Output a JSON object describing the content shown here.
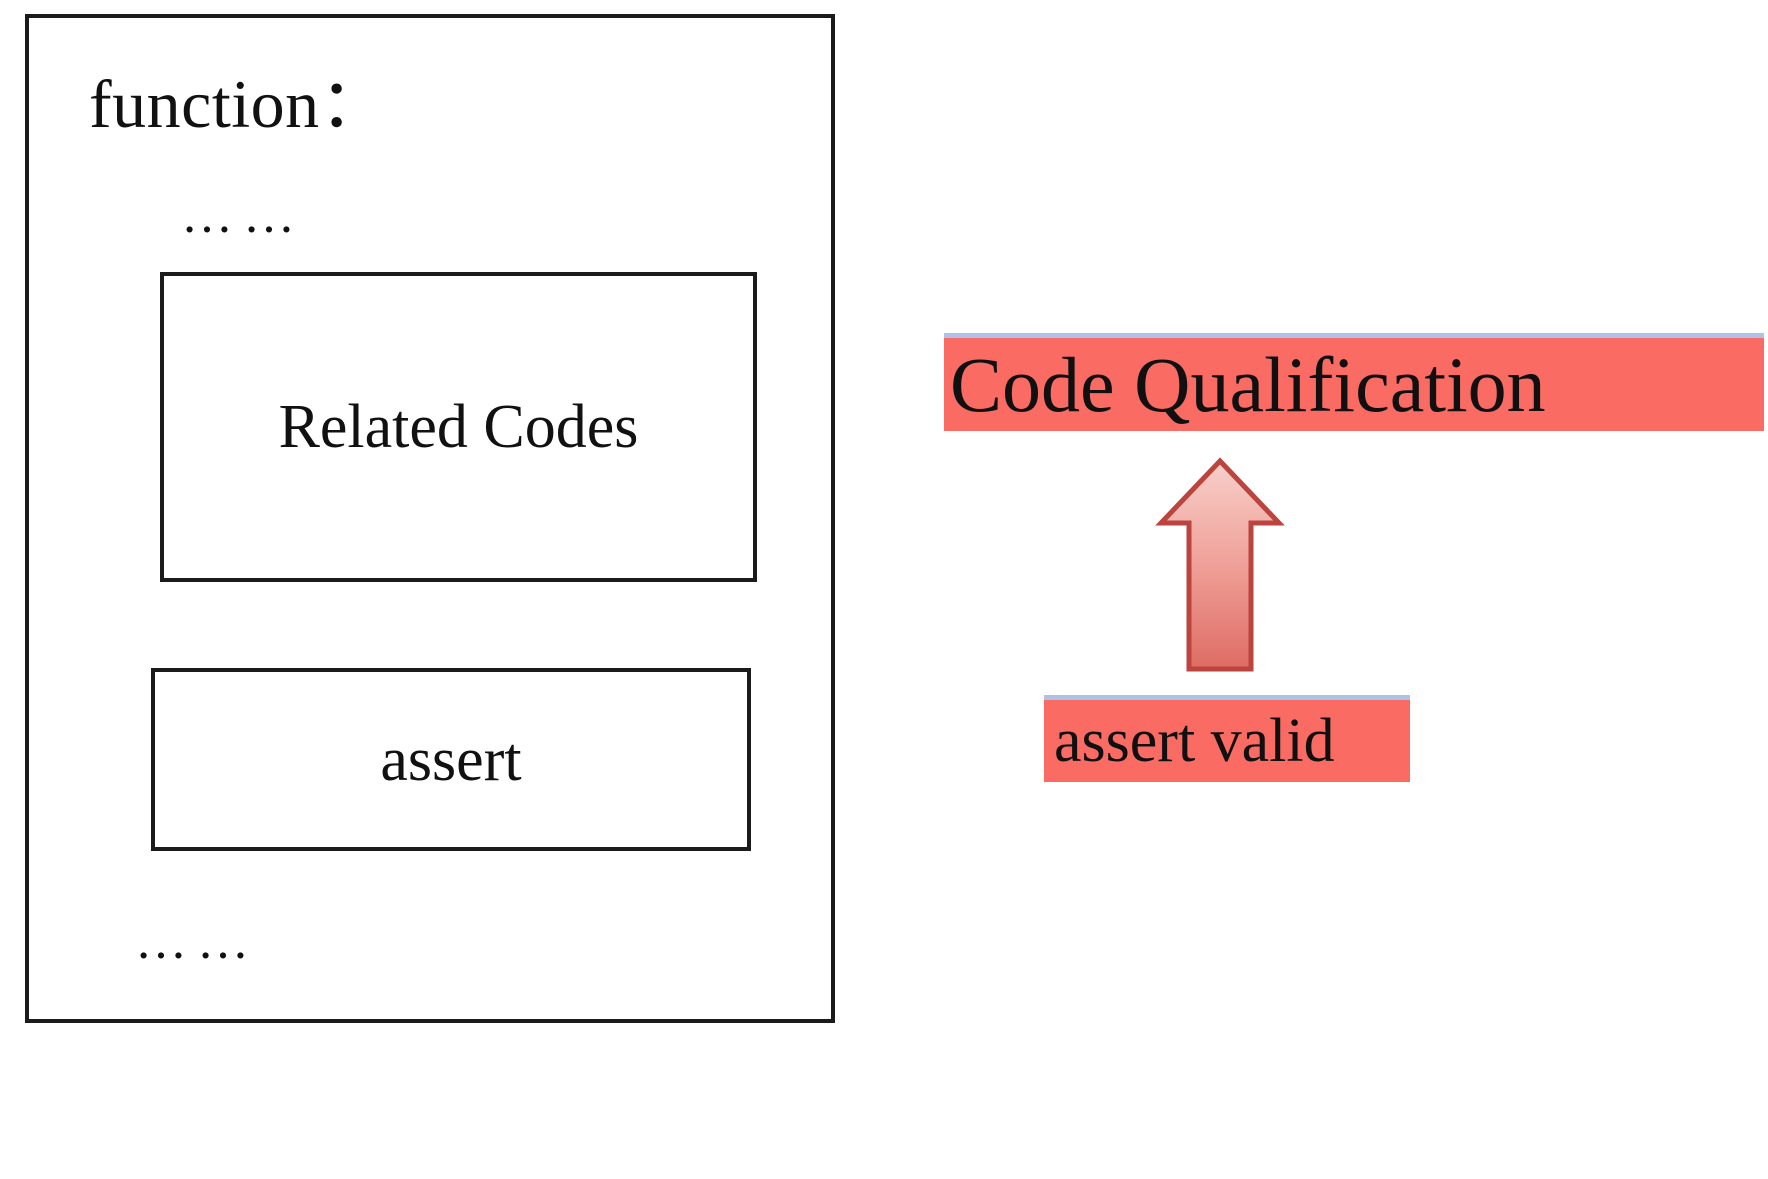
{
  "diagram": {
    "title_hidden": "",
    "function_panel": {
      "header": "function：",
      "ellipsis_top": "……",
      "ellipsis_bottom": "……",
      "boxes": [
        {
          "id": "related-codes",
          "label": "Related Codes"
        },
        {
          "id": "assert",
          "label": "assert"
        }
      ]
    },
    "qualification": {
      "top_label": "Code Qualification",
      "bottom_label": "assert valid",
      "arrow": {
        "name": "up-arrow",
        "direction": "up"
      }
    },
    "colors": {
      "highlight": "#fa6b63",
      "highlight_rule": "#adc2e8",
      "arrow_fill_light": "#f6c9c4",
      "arrow_fill_dark": "#e06a63",
      "arrow_stroke": "#b8413c",
      "box_border": "#1b1b1b",
      "text": "#111111",
      "background": "#ffffff"
    }
  }
}
